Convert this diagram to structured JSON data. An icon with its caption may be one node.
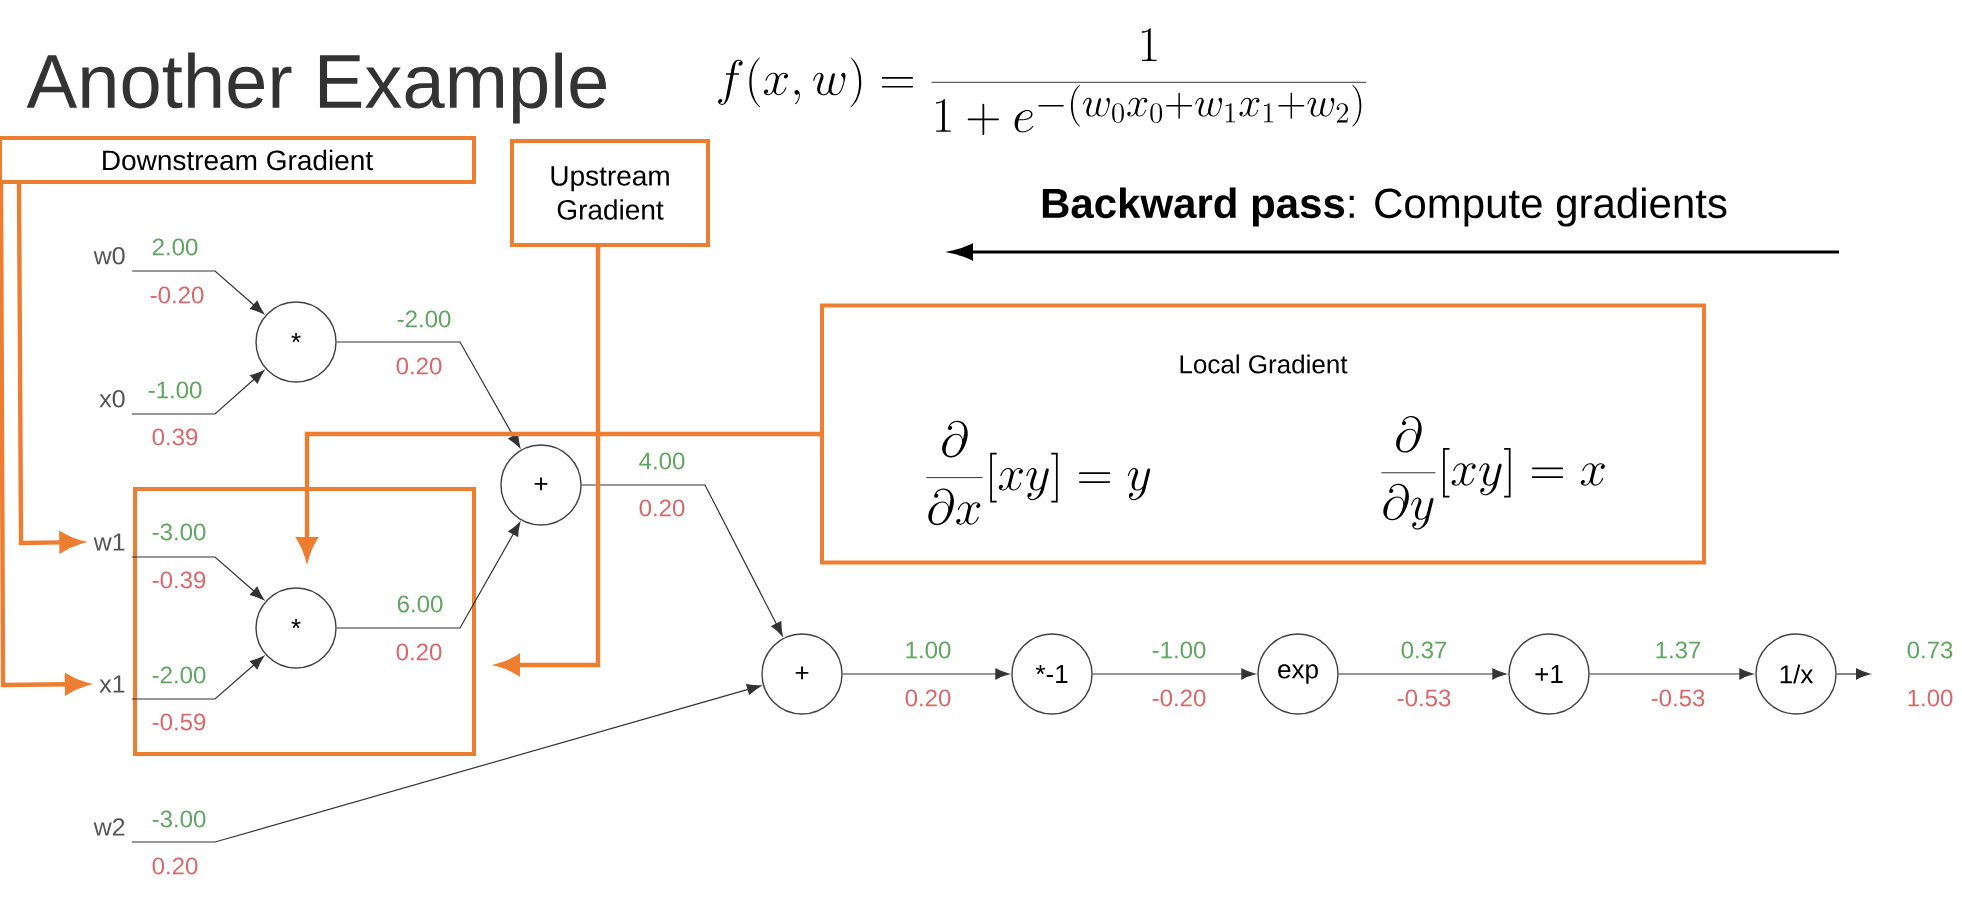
{
  "diagram": {
    "title": "Another Example",
    "nodes": [
      {
        "text": [
          "Downstream Gradient"
        ]
      },
      {
        "text": [
          "Upstream Gradient"
        ]
      },
      {
        "text": [
          "w0"
        ]
      },
      {
        "text": [
          "x0"
        ]
      },
      {
        "text": [
          "*"
        ]
      },
      {
        "text": [
          "+"
        ]
      },
      {
        "text": [
          "Local Gradient",
          "\\frac{\\partial}{\\partial x}[xy] = y",
          "\\frac{\\partial}{\\partial y}[xy] = x"
        ]
      },
      {
        "text": [],
        "shape": "box"
      },
      {
        "text": [
          "w1"
        ]
      },
      {
        "text": [
          "x1"
        ]
      },
      {
        "text": [
          "*"
        ],
        "in": 7
      },
      {
        "text": [
          "w2"
        ]
      },
      {
        "text": [
          "+"
        ]
      },
      {
        "text": [
          "*-1"
        ]
      },
      {
        "text": [
          "exp"
        ]
      },
      {
        "text": [
          "+1"
        ]
      },
      {
        "text": [
          "1/x"
        ]
      }
    ],
    "edges": [
      {
        "from": 2,
        "to": 4,
        "arrow": "to",
        "label": "2.00"
      },
      {
        "from": 3,
        "to": 4,
        "arrow": "to",
        "label": "-1.00"
      },
      {
        "from": 8,
        "to": 10,
        "arrow": "to",
        "label": "-3.00"
      },
      {
        "from": 9,
        "to": 10,
        "arrow": "to",
        "label": "-2.00"
      },
      {
        "from": 4,
        "to": 5,
        "arrow": "to",
        "label": "-2.00"
      },
      {
        "from": 10,
        "to": 5,
        "arrow": "to",
        "label": "6.00"
      },
      {
        "from": 5,
        "to": 12,
        "arrow": "to",
        "label": "4.00"
      },
      {
        "from": 11,
        "to": 12,
        "arrow": "to",
        "label": "-3.00"
      },
      {
        "from": 12,
        "to": 13,
        "arrow": "to",
        "label": "1.00"
      },
      {
        "from": 13,
        "to": 14,
        "arrow": "to",
        "label": "-1.00"
      },
      {
        "from": 14,
        "to": 15,
        "arrow": "to",
        "label": "0.37"
      },
      {
        "from": 15,
        "to": 16,
        "arrow": "to",
        "label": "1.37"
      },
      {
        "from": 16,
        "to": null,
        "arrow": "to",
        "label": "0.73"
      },
      {
        "from": 0,
        "to": 8,
        "arrow": "to",
        "style": "thick",
        "color": "#ed7d31"
      },
      {
        "from": 0,
        "to": 9,
        "arrow": "to",
        "style": "thick",
        "color": "#ed7d31"
      },
      {
        "from": 1,
        "to": null,
        "arrow": "to",
        "style": "thick",
        "color": "#ed7d31"
      },
      {
        "from": 6,
        "to": null,
        "arrow": "to",
        "style": "thick",
        "color": "#ed7d31"
      }
    ],
    "labels": [
      "f(x,w) = \\frac{1}{1+e^{-(w_0x_0+w_1x_1+w_2)}}",
      "**Backward pass**: Compute gradients",
      "-0.20",
      "0.39",
      "-0.39",
      "-0.59",
      "0.20",
      "0.20",
      "0.20",
      "0.20",
      "0.20",
      "-0.20",
      "-0.53",
      "-0.53",
      "1.00"
    ]
  }
}
